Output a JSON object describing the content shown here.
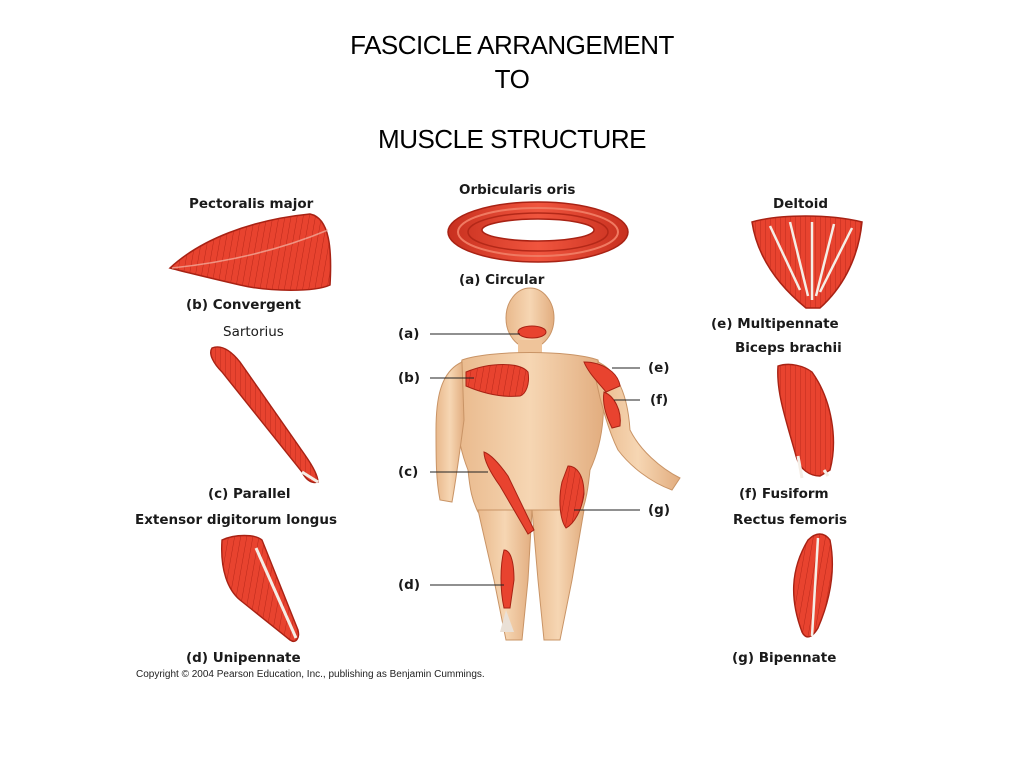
{
  "title": {
    "line1": "FASCICLE ARRANGEMENT",
    "line2": "TO",
    "line3": "MUSCLE STRUCTURE"
  },
  "muscles": {
    "orbicularis": {
      "name": "Orbicularis oris",
      "type": "(a) Circular"
    },
    "pectoralis": {
      "name": "Pectoralis major",
      "type": "(b) Convergent"
    },
    "sartorius": {
      "name": "Sartorius",
      "type": "(c) Parallel"
    },
    "extensor": {
      "name": "Extensor digitorum longus",
      "type": "(d) Unipennate"
    },
    "deltoid": {
      "name": "Deltoid",
      "type": "(e) Multipennate"
    },
    "biceps": {
      "name": "Biceps brachii",
      "type": "(f) Fusiform"
    },
    "rectus": {
      "name": "Rectus femoris",
      "type": "(g) Bipennate"
    }
  },
  "body_callouts": [
    "(a)",
    "(b)",
    "(c)",
    "(d)",
    "(e)",
    "(f)",
    "(g)"
  ],
  "copyright": "Copyright © 2004 Pearson Education, Inc., publishing as Benjamin Cummings.",
  "colors": {
    "muscle": "#e8432f",
    "muscle_dark": "#c22a1c",
    "skin": "#f3cfa6",
    "skin_dark": "#d9a878",
    "tendon": "#f5eee6"
  }
}
